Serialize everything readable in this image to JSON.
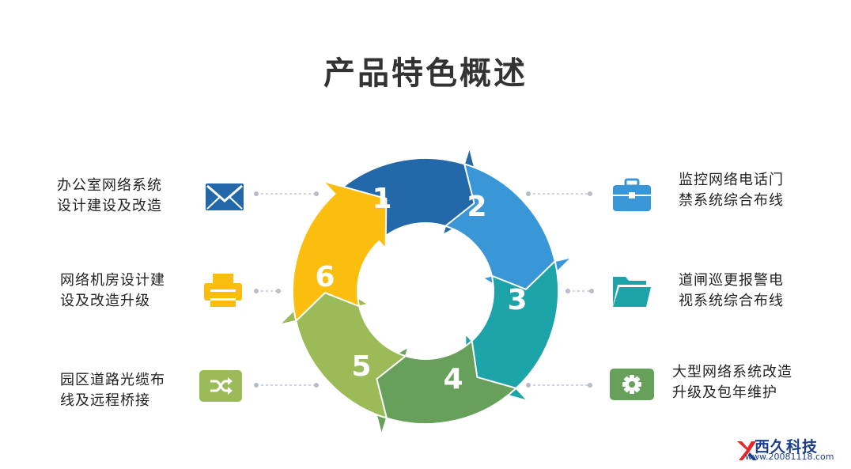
{
  "title": "产品特色概述",
  "cycle": [
    {
      "num": "1",
      "color": "#2368a8"
    },
    {
      "num": "2",
      "color": "#3a97d7"
    },
    {
      "num": "3",
      "color": "#1ca4a9"
    },
    {
      "num": "4",
      "color": "#66a05a"
    },
    {
      "num": "5",
      "color": "#9bbb59"
    },
    {
      "num": "6",
      "color": "#fbbd0e"
    }
  ],
  "left_items": [
    {
      "lines": [
        "办公室网络系统",
        "设计建设及改造"
      ],
      "icon": "envelope-icon",
      "color": "#2368a8"
    },
    {
      "lines": [
        "网络机房设计建",
        "设及改造升级"
      ],
      "icon": "printer-icon",
      "color": "#fbbd0e"
    },
    {
      "lines": [
        "园区道路光缆布",
        "线及远程桥接"
      ],
      "icon": "shuffle-icon",
      "color": "#9bbb59"
    }
  ],
  "right_items": [
    {
      "lines": [
        "监控网络电话门",
        "禁系统综合布线"
      ],
      "icon": "briefcase-icon",
      "color": "#3a97d7"
    },
    {
      "lines": [
        "道闸巡更报警电",
        "视系统综合布线"
      ],
      "icon": "folder-icon",
      "color": "#1ca4a9"
    },
    {
      "lines": [
        "大型网络系统改造",
        "升级及包年维护"
      ],
      "icon": "gear-icon",
      "color": "#66a05a"
    }
  ],
  "logo": {
    "brand": "西久科技",
    "site": "www.20081118.com"
  }
}
